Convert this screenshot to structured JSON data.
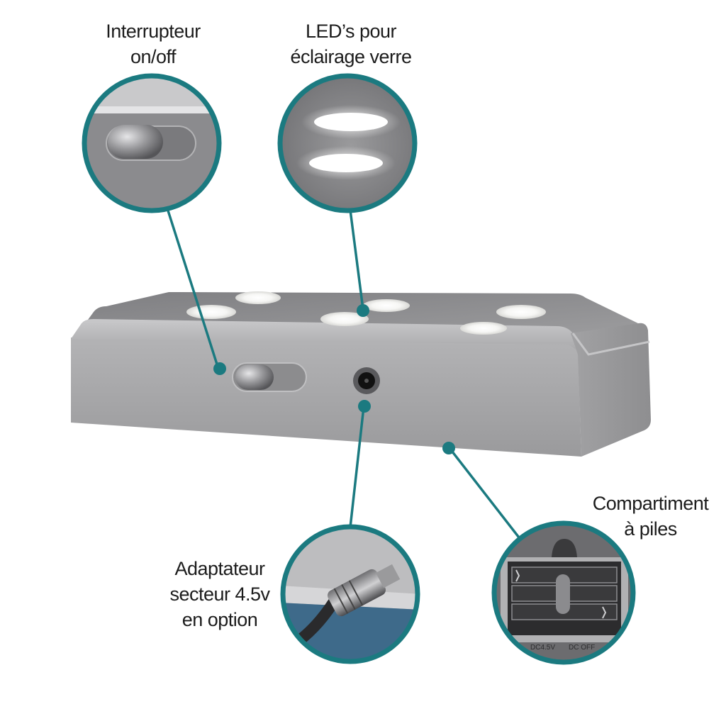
{
  "callouts": {
    "switch": {
      "line1": "Interrupteur",
      "line2": "on/off",
      "icon": "toggle-switch-icon"
    },
    "leds": {
      "line1": "LED’s pour",
      "line2": "éclairage verre",
      "icon": "led-light-icon"
    },
    "adapter": {
      "line1": "Adaptateur",
      "line2": "secteur 4.5v",
      "line3": "en option",
      "icon": "power-plug-icon"
    },
    "battery": {
      "line1": "Compartiment",
      "line2": "à piles",
      "icon": "battery-compartment-icon"
    }
  },
  "battery_markings": {
    "left": "DC4.5V",
    "right": "DC OFF"
  },
  "colors": {
    "accent": "#1b7a80",
    "device": "#a9a9ab",
    "led": "#f4f4f2"
  }
}
